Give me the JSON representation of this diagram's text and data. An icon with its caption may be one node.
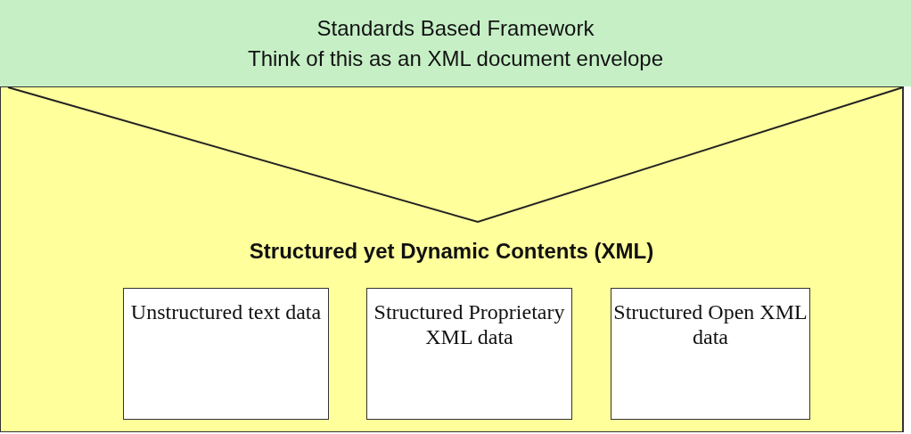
{
  "diagram": {
    "nodes": [
      {
        "text": [
          "Standards Based Framework",
          "Think of this as an XML document envelope"
        ]
      },
      {
        "text": [
          "Structured yet Dynamic Contents (XML)"
        ]
      },
      {
        "text": [
          "Unstructured text data"
        ],
        "in": 1
      },
      {
        "text": [
          "Structured Proprietary XML data"
        ],
        "in": 1
      },
      {
        "text": [
          "Structured Open XML data"
        ],
        "in": 1
      }
    ]
  }
}
